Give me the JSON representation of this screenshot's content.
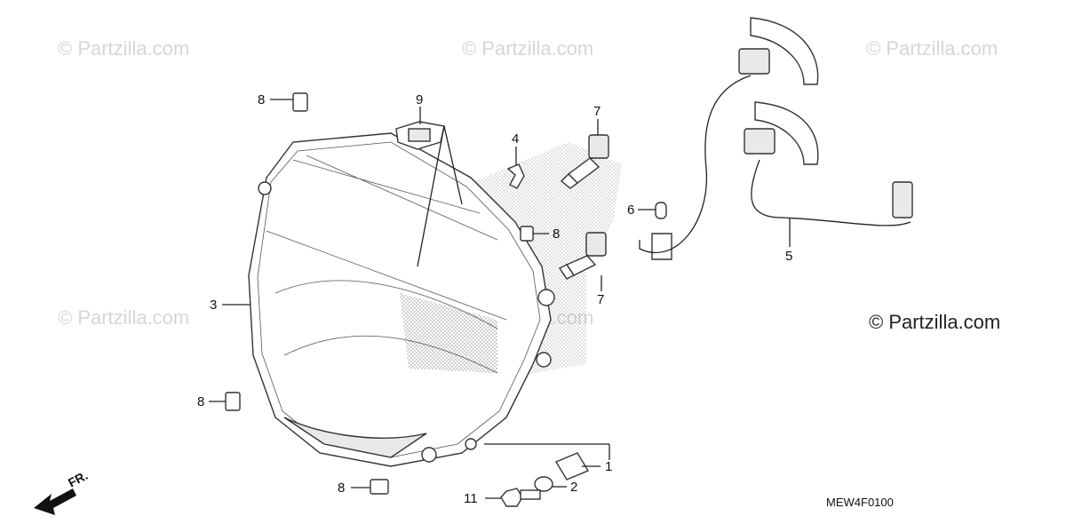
{
  "watermarks": {
    "text": "© Partzilla.com"
  },
  "copyright": "© Partzilla.com",
  "diagram_code": "MEW4F0100",
  "front_indicator": "FR.",
  "callouts": {
    "c1": "1",
    "c2": "2",
    "c3": "3",
    "c4": "4",
    "c5": "5",
    "c6": "6",
    "c7a": "7",
    "c7b": "7",
    "c8a": "8",
    "c8b": "8",
    "c8c": "8",
    "c8d": "8",
    "c9": "9",
    "c11": "11"
  }
}
